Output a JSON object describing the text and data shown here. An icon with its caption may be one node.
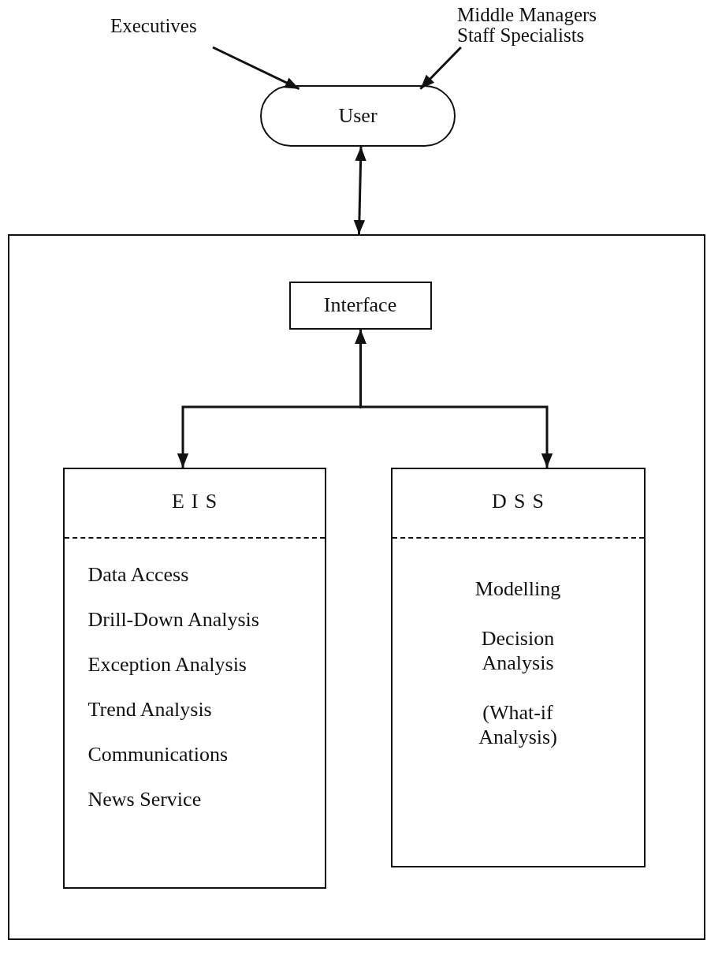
{
  "diagram": {
    "nodes": [
      {
        "text": [
          "Executives"
        ]
      },
      {
        "text": [
          "Middle Managers",
          "Staff Specialists"
        ]
      },
      {
        "text": [
          "User"
        ]
      },
      {
        "text": [],
        "shape": "box"
      },
      {
        "text": [
          "Interface"
        ],
        "in": 3
      },
      {
        "text": [
          "EIS",
          "Data Access",
          "Drill-Down Analysis",
          "Exception Analysis",
          "Trend Analysis",
          "Communications",
          "News Service"
        ],
        "in": 3
      },
      {
        "text": [
          "DSS",
          "Modelling",
          "Decision Analysis",
          "(What-if Analysis)"
        ],
        "in": 3
      }
    ],
    "edges": [
      {
        "from": 0,
        "to": 2,
        "arrow": "to"
      },
      {
        "from": 1,
        "to": 2,
        "arrow": "to"
      },
      {
        "from": 2,
        "to": 3,
        "arrow": "both"
      },
      {
        "from": 4,
        "to": 5,
        "arrow": "both"
      },
      {
        "from": 4,
        "to": 6,
        "arrow": "both"
      }
    ]
  }
}
